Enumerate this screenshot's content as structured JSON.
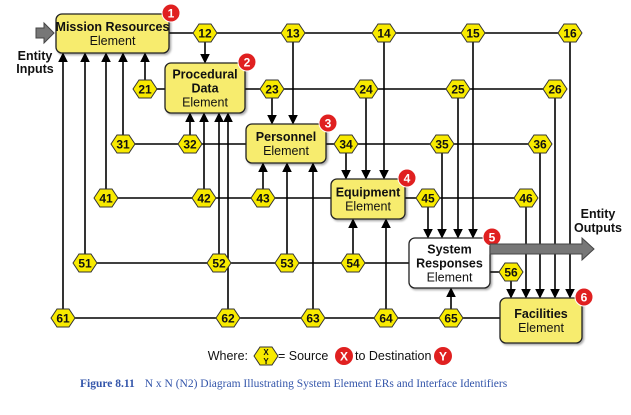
{
  "diagram": {
    "colors": {
      "element_fill": "#f7ec6e",
      "hex_fill": "#f8ea00",
      "badge": "#e02020",
      "io_arrow": "#777777",
      "system_responses_fill": "#ffffff"
    },
    "elements": [
      {
        "num": "1",
        "title": "Mission Resources",
        "sub": "Element"
      },
      {
        "num": "2",
        "title": "Procedural Data",
        "sub": "Element"
      },
      {
        "num": "3",
        "title": "Personnel",
        "sub": "Element"
      },
      {
        "num": "4",
        "title": "Equipment",
        "sub": "Element"
      },
      {
        "num": "5",
        "title": "System Responses",
        "sub": "Element"
      },
      {
        "num": "6",
        "title": "Facilities",
        "sub": "Element"
      }
    ],
    "interfaces": [
      "12",
      "13",
      "14",
      "15",
      "16",
      "21",
      "23",
      "24",
      "25",
      "26",
      "31",
      "32",
      "34",
      "35",
      "36",
      "41",
      "42",
      "43",
      "45",
      "46",
      "51",
      "52",
      "53",
      "54",
      "56",
      "61",
      "62",
      "63",
      "64",
      "65"
    ],
    "entity_inputs": "Entity Inputs",
    "entity_outputs": "Entity Outputs",
    "legend": {
      "where": "Where:",
      "hex_x": "X",
      "hex_y": "Y",
      "source": "= Source",
      "badge_x": "X",
      "to_destination": "to Destination",
      "badge_y": "Y"
    }
  },
  "caption": {
    "label": "Figure 8.11",
    "text": "N x N (N2) Diagram Illustrating System Element ERs and Interface Identifiers"
  }
}
